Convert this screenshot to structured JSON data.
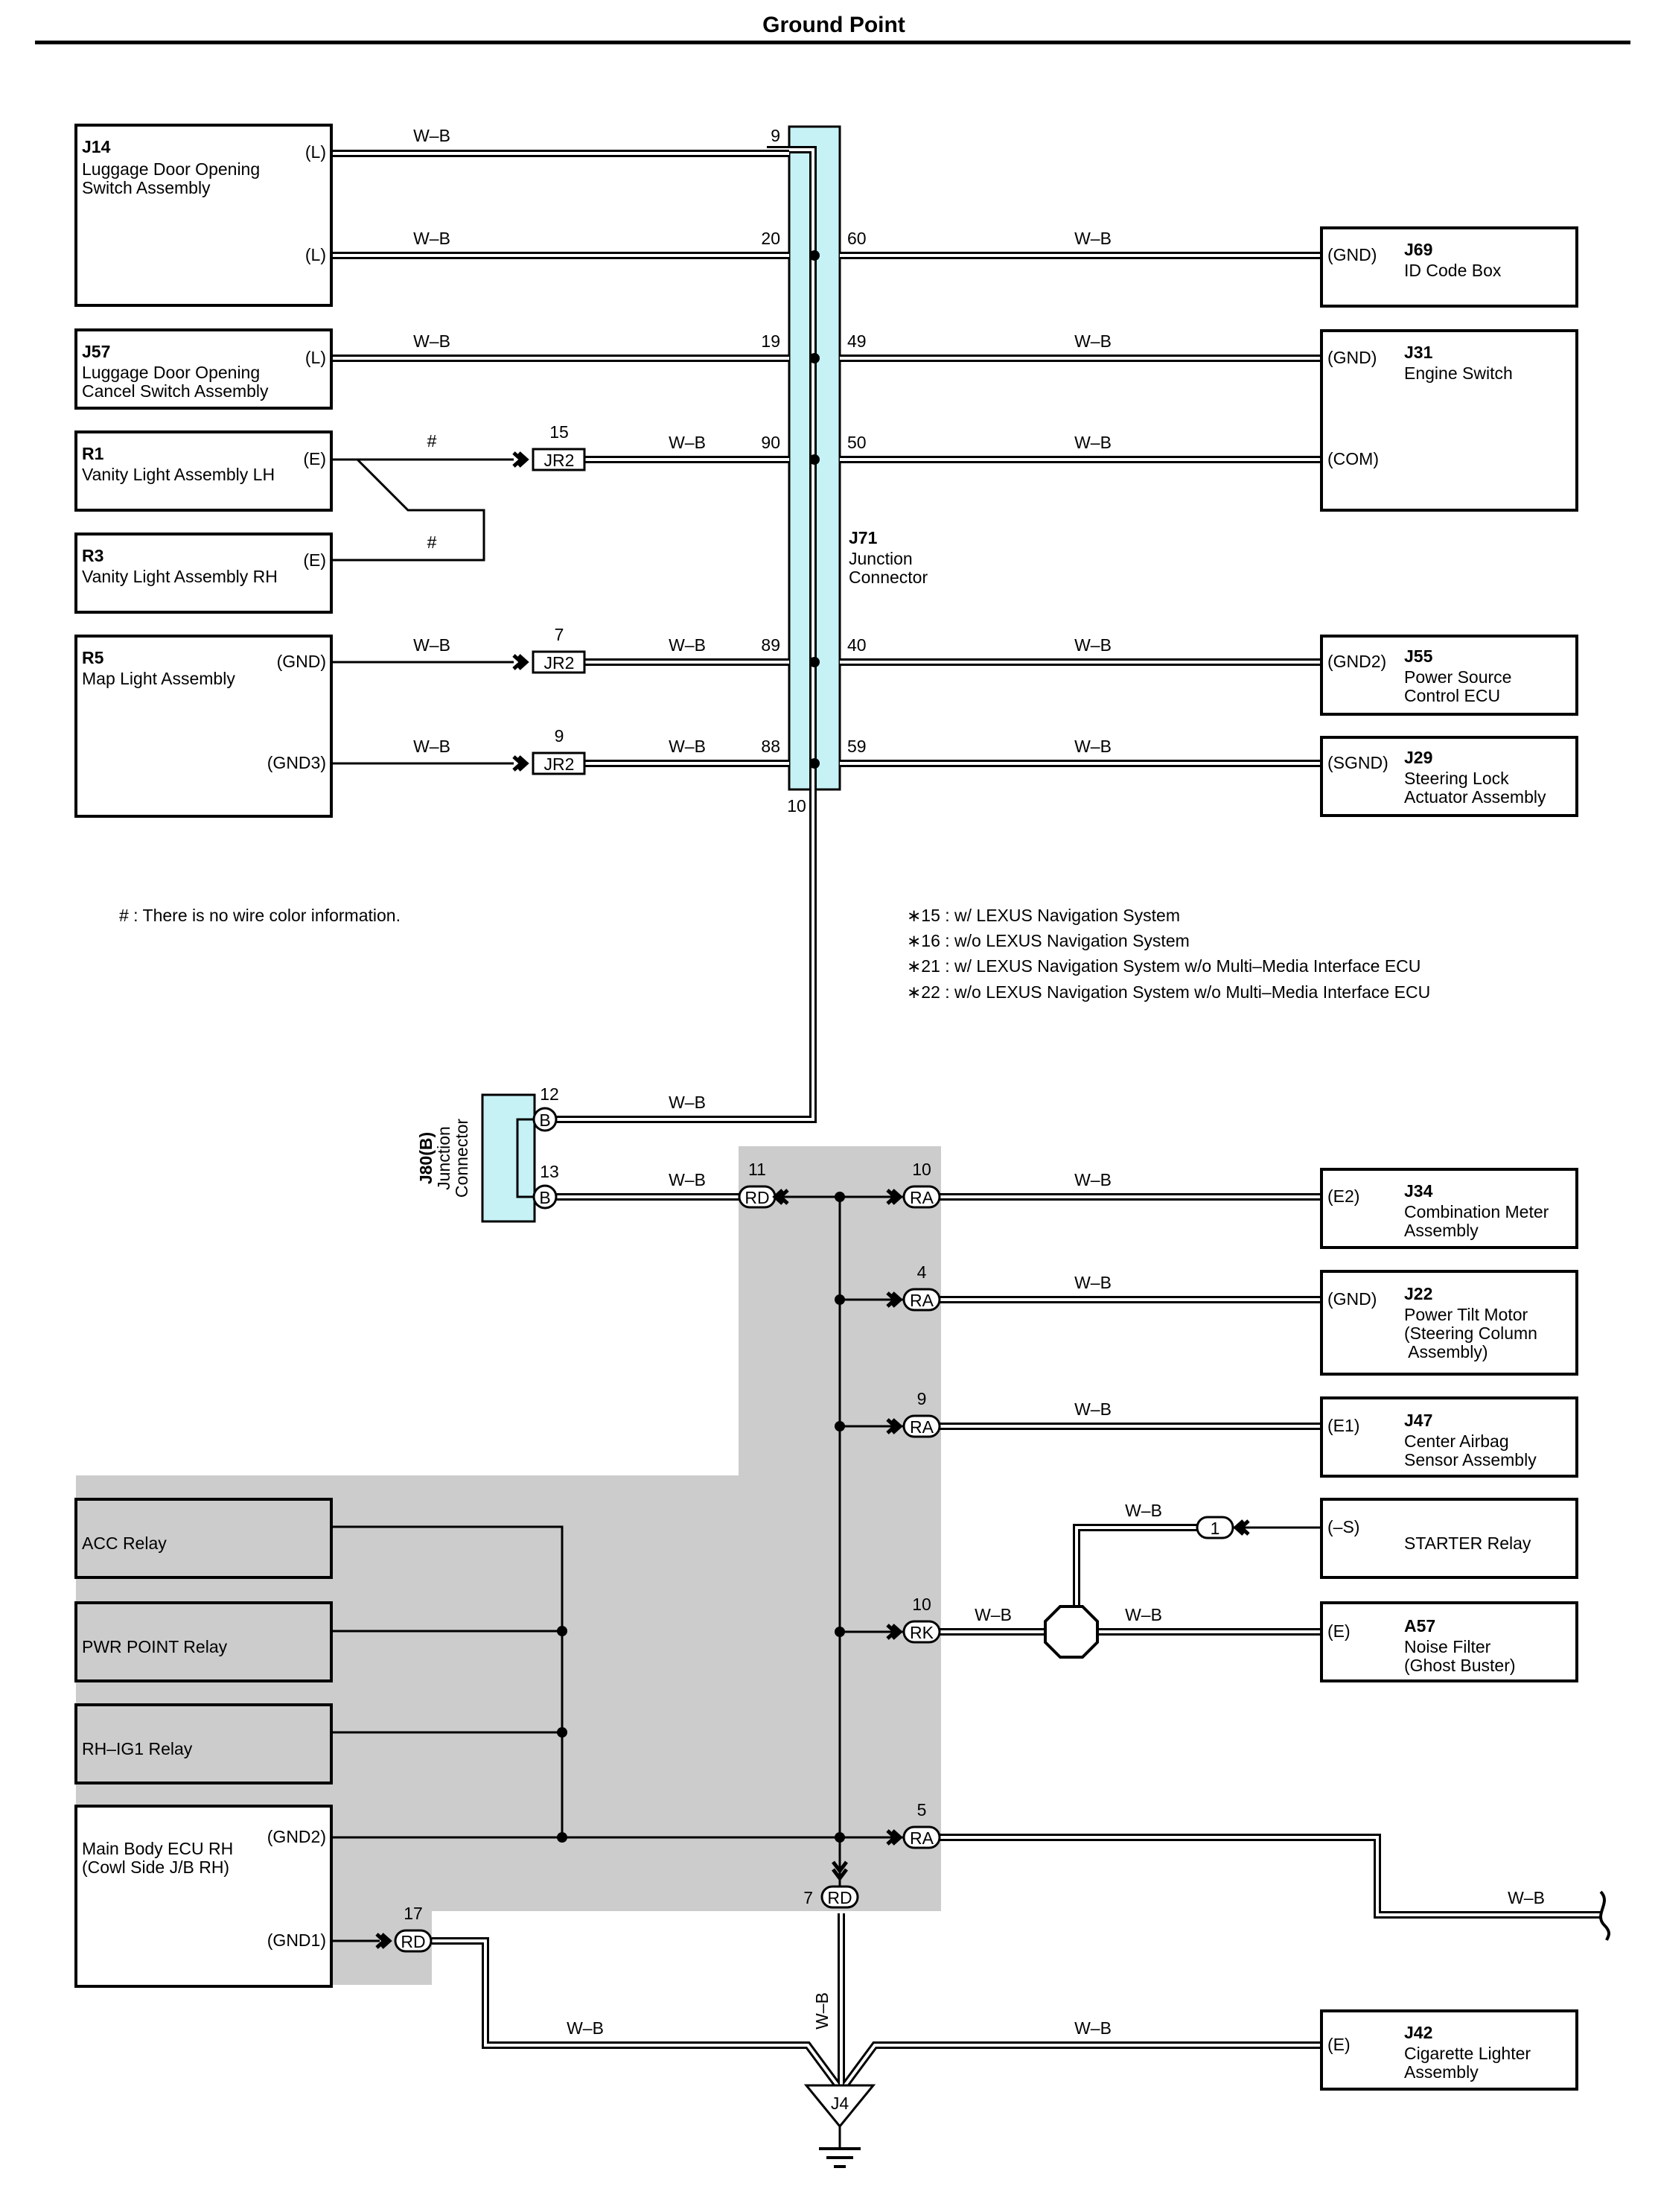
{
  "title": "Ground Point",
  "colors": {
    "shade": "#cccccc",
    "junction_fill": "#c6f2f6",
    "wire": "#000000"
  },
  "wire_color": "W–B",
  "hash_mark": "#",
  "components": {
    "j14": {
      "code": "J14",
      "name": "Luggage Door Opening Switch Assembly",
      "lines": [
        "Luggage Door Opening",
        "Switch Assembly"
      ],
      "pins": [
        "(L)",
        "(L)"
      ]
    },
    "j57": {
      "code": "J57",
      "name": "Luggage Door Opening Cancel Switch Assembly",
      "lines": [
        "Luggage Door Opening",
        "Cancel Switch Assembly"
      ],
      "pins": [
        "(L)"
      ]
    },
    "r1": {
      "code": "R1",
      "lines": [
        "Vanity Light Assembly LH"
      ],
      "pins": [
        "(E)"
      ]
    },
    "r3": {
      "code": "R3",
      "lines": [
        "Vanity Light Assembly RH"
      ],
      "pins": [
        "(E)"
      ]
    },
    "r5": {
      "code": "R5",
      "lines": [
        "Map Light Assembly"
      ],
      "pins": [
        "(GND)",
        "(GND3)"
      ]
    },
    "j69": {
      "code": "J69",
      "lines": [
        "ID Code Box"
      ],
      "pins": [
        "(GND)"
      ]
    },
    "j31": {
      "code": "J31",
      "lines": [
        "Engine Switch"
      ],
      "pins": [
        "(GND)",
        "(COM)"
      ]
    },
    "j55": {
      "code": "J55",
      "lines": [
        "Power Source",
        "Control ECU"
      ],
      "pins": [
        "(GND2)"
      ]
    },
    "j29": {
      "code": "J29",
      "lines": [
        "Steering Lock",
        "Actuator Assembly"
      ],
      "pins": [
        "(SGND)"
      ]
    },
    "j71": {
      "code": "J71",
      "lines": [
        "Junction",
        "Connector"
      ]
    },
    "j80": {
      "code": "J80(B)",
      "lines": [
        "Junction",
        "Connector"
      ]
    },
    "j34": {
      "code": "J34",
      "lines": [
        "Combination Meter",
        "Assembly"
      ],
      "pins": [
        "(E2)"
      ]
    },
    "j22": {
      "code": "J22",
      "lines": [
        "Power Tilt Motor",
        "(Steering Column",
        " Assembly)"
      ],
      "pins": [
        "(GND)"
      ]
    },
    "j47": {
      "code": "J47",
      "lines": [
        "Center Airbag",
        "Sensor Assembly"
      ],
      "pins": [
        "(E1)"
      ]
    },
    "starter": {
      "lines": [
        "STARTER Relay"
      ],
      "pins": [
        "(–S)"
      ]
    },
    "a57": {
      "code": "A57",
      "lines": [
        "Noise Filter",
        "(Ghost Buster)"
      ],
      "pins": [
        "(E)"
      ]
    },
    "acc": {
      "lines": [
        "ACC Relay"
      ]
    },
    "pwr": {
      "lines": [
        "PWR POINT Relay"
      ]
    },
    "rhig1": {
      "lines": [
        "RH–IG1 Relay"
      ]
    },
    "mainbody": {
      "lines": [
        "Main Body ECU RH",
        "(Cowl Side J/B RH)"
      ],
      "pins": [
        "(GND2)",
        "(GND1)"
      ]
    },
    "j42": {
      "code": "J42",
      "lines": [
        "Cigarette Lighter",
        "Assembly"
      ],
      "pins": [
        "(E)"
      ]
    },
    "ground": {
      "code": "J4"
    }
  },
  "connectors": {
    "jr2": "JR2",
    "b": "B",
    "rd": "RD",
    "ra": "RA",
    "rk": "RK",
    "one": "1"
  },
  "pin_numbers": {
    "j71_left": [
      "9",
      "20",
      "19",
      "90",
      "89",
      "88"
    ],
    "j71_right": [
      "60",
      "49",
      "50",
      "40",
      "59"
    ],
    "j71_bottom": "10",
    "jr2": [
      "15",
      "7",
      "9"
    ],
    "j80": [
      "12",
      "13"
    ],
    "rd_in": "11",
    "ra": [
      "10",
      "4",
      "9",
      "5"
    ],
    "rk": "10",
    "rd_bottom": "7",
    "rd_main": "17"
  },
  "notes": {
    "hash_note": "# : There is no wire color information.",
    "n15": "∗15 : w/ LEXUS Navigation System",
    "n16": "∗16 : w/o LEXUS Navigation System",
    "n21": "∗21 : w/ LEXUS Navigation System w/o Multi–Media Interface ECU",
    "n22": "∗22 : w/o LEXUS Navigation System w/o Multi–Media Interface ECU"
  }
}
